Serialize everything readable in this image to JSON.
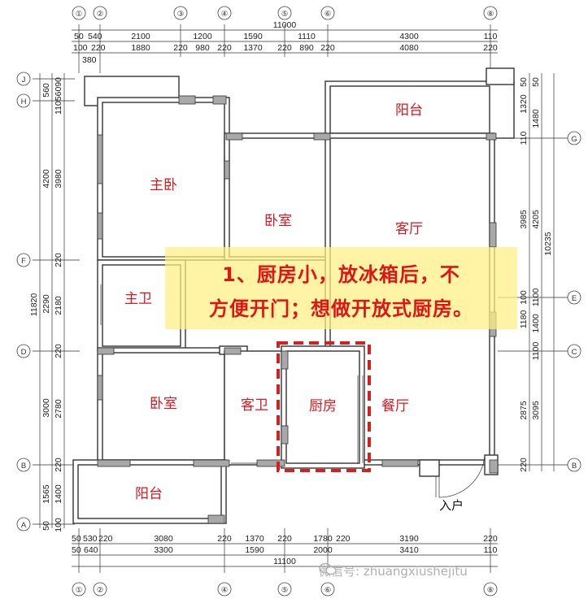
{
  "grid_top": [
    "①",
    "②",
    "③",
    "④",
    "⑤",
    "⑥",
    "⑧"
  ],
  "grid_bottom": [
    "①",
    "②",
    "④",
    "⑤",
    "⑥",
    "⑧"
  ],
  "grid_left": [
    "J",
    "H",
    "F",
    "D",
    "B",
    "A"
  ],
  "grid_right": [
    "G",
    "E",
    "C",
    "B"
  ],
  "dims_top": {
    "total": "11000",
    "row1": [
      "50",
      "540",
      "2100",
      "1200",
      "1590",
      "1110",
      "4300",
      "110"
    ],
    "row2": [
      "100",
      "220",
      "1880",
      "220",
      "980",
      "220",
      "1370",
      "220",
      "890",
      "220",
      "4080",
      "220"
    ],
    "row3": "380"
  },
  "dims_bottom": {
    "total": "11100",
    "row1": [
      "50",
      "530",
      "220",
      "3080",
      "220",
      "1370",
      "220",
      "1780",
      "220",
      "3190",
      "220"
    ],
    "row2": [
      "50",
      "640",
      "3300",
      "1590",
      "2000",
      "3410",
      "110"
    ]
  },
  "dims_left": {
    "total": "11820",
    "outer": [
      "560",
      "4200",
      "2290",
      "3000",
      "1565",
      "50"
    ],
    "inner": [
      "11056090",
      "3980",
      "220",
      "2180",
      "220",
      "2780",
      "220",
      "1400",
      "100"
    ]
  },
  "dims_right": {
    "total": "10235",
    "outer": [
      "50",
      "1320",
      "1480",
      "110",
      "3985",
      "1180",
      "100",
      "2875",
      "220"
    ],
    "inner": [
      "50",
      "4205",
      "1100",
      "1400",
      "1100",
      "3095"
    ]
  },
  "rooms": {
    "balcony_top": "阳台",
    "master_bedroom": "主卧",
    "bedroom_mid": "卧室",
    "living_room": "客厅",
    "master_bath": "主卫",
    "bedroom_bottom": "卧室",
    "guest_bath": "客卫",
    "kitchen": "厨房",
    "dining": "餐厅",
    "balcony_bottom": "阳台"
  },
  "note": {
    "line1": "1、厨房小，放冰箱后，不",
    "line2": "方便开门；想做开放式厨房。"
  },
  "entry_label": "入户",
  "watermark": "微信号: zhuangxiushejitu",
  "colors": {
    "room_text": "#d71920",
    "note_text": "#e11414",
    "note_bg": "#fff082",
    "highlight_dash": "#d42020"
  }
}
